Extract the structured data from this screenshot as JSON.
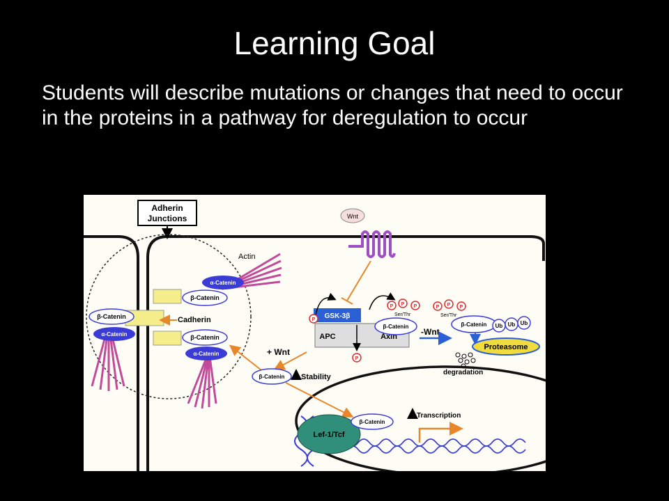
{
  "slide": {
    "title": "Learning Goal",
    "body": "Students will describe mutations or changes that need to occur in the proteins in a pathway for deregulation to occur"
  },
  "diagram": {
    "labels": {
      "adherin": "Adherin",
      "junctions": "Junctions",
      "actin": "Actin",
      "wnt_ligand": "Wnt",
      "alpha_catenin": "α-Catenin",
      "beta_catenin": "β-Catenin",
      "cadherin": "Cadherin",
      "gsk3b": "GSK-3β",
      "apc": "APC",
      "axin": "Axin",
      "p": "P",
      "ser_thr": "Ser/Thr",
      "minus_wnt": "-Wnt",
      "plus_wnt": "+ Wnt",
      "ub": "Ub",
      "proteasome": "Proteasome",
      "degradation": "degradation",
      "stability": "Stability",
      "transcription": "Transcription",
      "lef_tcf": "Lef-1/Tcf"
    },
    "colors": {
      "blue_protein": "#3b3bd6",
      "cadherin_yellow": "#f5ee8a",
      "actin_magenta": "#c24a9a",
      "wnt_receptor": "#a04fc2",
      "arrow_orange": "#e8872a",
      "proteasome_yellow": "#f0dc3c",
      "lef_teal": "#2f8f7a",
      "phospho_red": "#e02b2b",
      "minus_wnt_blue": "#2b5fd6"
    }
  }
}
